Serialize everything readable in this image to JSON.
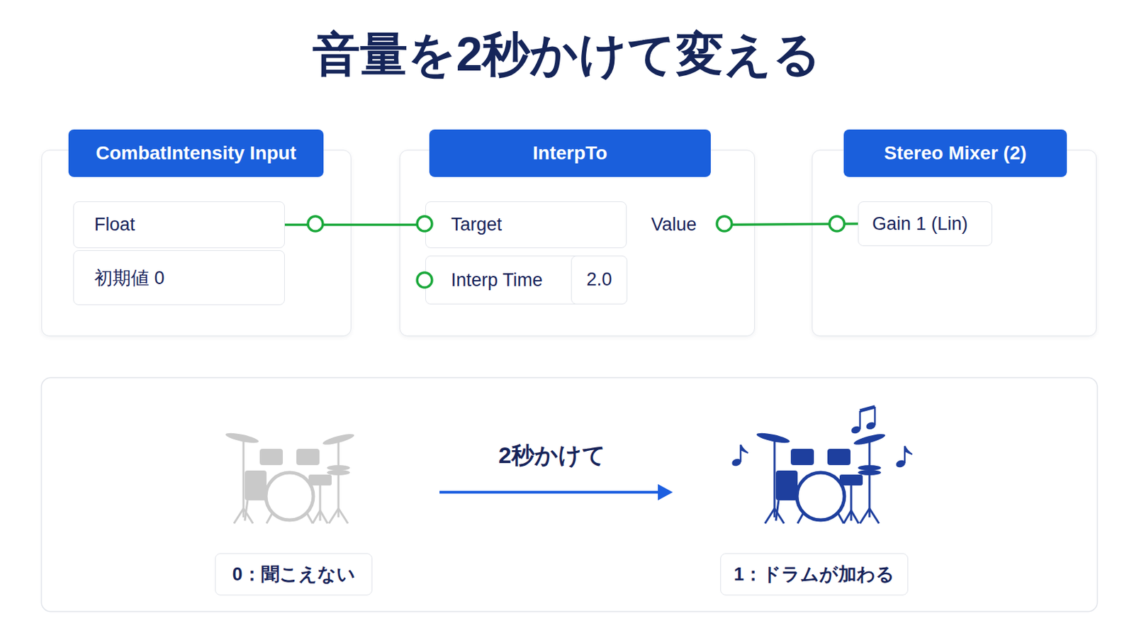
{
  "diagram": {
    "title": "音量を2秒かけて変える",
    "nodes": [
      {
        "text": [
          "CombatIntensity Input"
        ]
      },
      {
        "text": [
          "Float"
        ],
        "in": 0
      },
      {
        "text": [
          "初期値 0"
        ],
        "in": 0
      },
      {
        "text": [
          "InterpTo"
        ]
      },
      {
        "text": [
          "Target"
        ],
        "in": 3
      },
      {
        "text": [
          "Interp Time"
        ],
        "in": 3
      },
      {
        "text": [
          "2.0"
        ],
        "in": 5
      },
      {
        "text": [
          "Value"
        ],
        "in": 3
      },
      {
        "text": [
          "Stereo Mixer (2)"
        ]
      },
      {
        "text": [
          "Gain 1 (Lin)"
        ],
        "in": 8
      },
      {
        "text": [
          "0：聞こえない"
        ]
      },
      {
        "text": [
          "1：ドラムが加わる"
        ]
      }
    ],
    "edges": [
      {
        "from": 1,
        "to": 4,
        "arrow": "none"
      },
      {
        "from": 7,
        "to": 9,
        "arrow": "none"
      }
    ],
    "labels": [
      "2秒かけて"
    ]
  }
}
